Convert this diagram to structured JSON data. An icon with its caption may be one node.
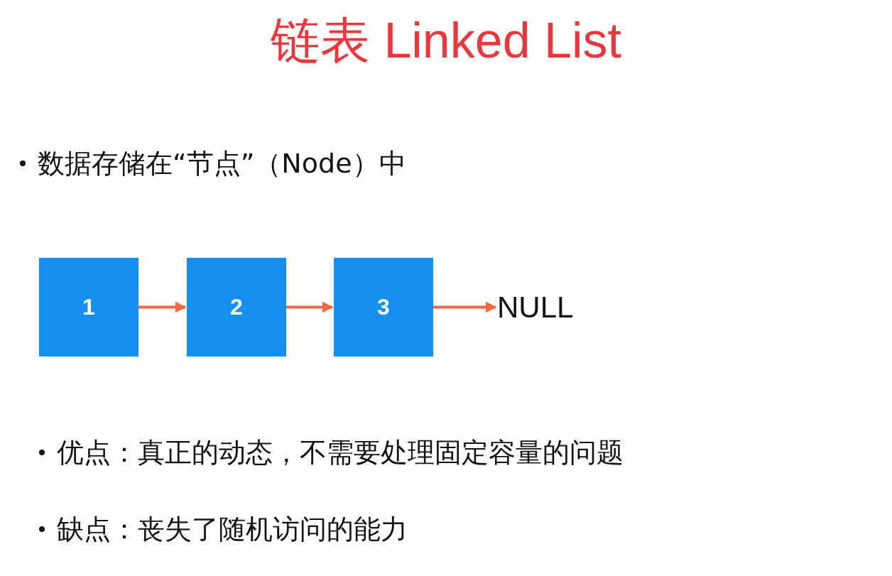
{
  "diagram": {
    "title": "链表 Linked List",
    "nodes": [
      {
        "text": [
          "1"
        ]
      },
      {
        "text": [
          "2"
        ]
      },
      {
        "text": [
          "3"
        ]
      },
      {
        "text": [
          "NULL"
        ]
      }
    ],
    "edges": [
      {
        "from": 0,
        "to": 1,
        "arrow": "to"
      },
      {
        "from": 1,
        "to": 2,
        "arrow": "to"
      },
      {
        "from": 2,
        "to": 3,
        "arrow": "to"
      }
    ],
    "labels": [
      "数据存储在“节点”（Node）中",
      "优点：真正的动态，不需要处理固定容量的问题",
      "缺点：丧失了随机访问的能力"
    ]
  }
}
